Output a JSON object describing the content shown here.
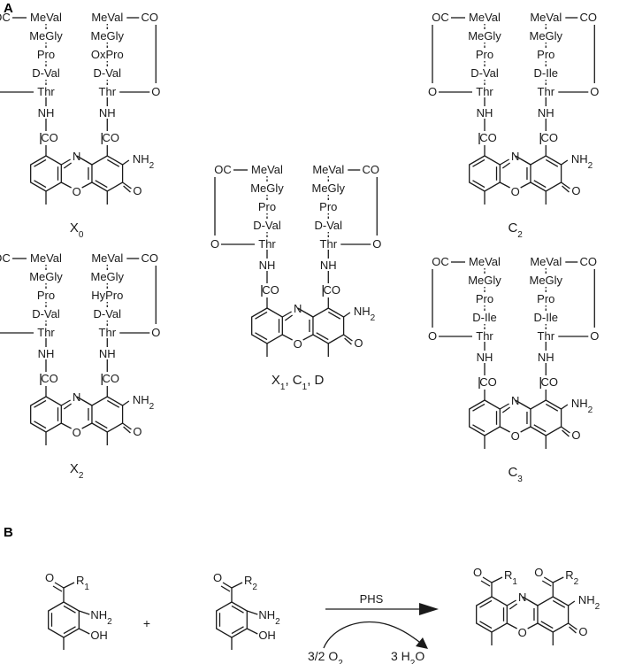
{
  "panels": {
    "a": "A",
    "b": "B"
  },
  "labels": {
    "oc": "OC",
    "co": "CO",
    "meval": "MeVal",
    "megly": "MeGly",
    "pro": "Pro",
    "oxpro": "OxPro",
    "hypro": "HyPro",
    "dval": "D-Val",
    "dile": "D-Ile",
    "thr": "Thr",
    "o": "O",
    "nh": "NH",
    "co_link": "CO",
    "n": "N",
    "nh2": "NH2",
    "nh2_main": "NH",
    "nh2_sub": "2"
  },
  "structures": [
    {
      "id": "x0",
      "caption_main": "X",
      "caption_sub": "0",
      "left_chain": [
        "MeVal",
        "MeGly",
        "Pro",
        "D-Val"
      ],
      "right_chain": [
        "MeVal",
        "MeGly",
        "OxPro",
        "D-Val"
      ]
    },
    {
      "id": "x2",
      "caption_main": "X",
      "caption_sub": "2",
      "left_chain": [
        "MeVal",
        "MeGly",
        "Pro",
        "D-Val"
      ],
      "right_chain": [
        "MeVal",
        "MeGly",
        "HyPro",
        "D-Val"
      ]
    },
    {
      "id": "x1",
      "caption": "X1, C1, D",
      "left_chain": [
        "MeVal",
        "MeGly",
        "Pro",
        "D-Val"
      ],
      "right_chain": [
        "MeVal",
        "MeGly",
        "Pro",
        "D-Val"
      ]
    },
    {
      "id": "c2",
      "caption_main": "C",
      "caption_sub": "2",
      "left_chain": [
        "MeVal",
        "MeGly",
        "Pro",
        "D-Val"
      ],
      "right_chain": [
        "MeVal",
        "MeGly",
        "Pro",
        "D-Ile"
      ]
    },
    {
      "id": "c3",
      "caption_main": "C",
      "caption_sub": "3",
      "left_chain": [
        "MeVal",
        "MeGly",
        "Pro",
        "D-Ile"
      ],
      "right_chain": [
        "MeVal",
        "MeGly",
        "Pro",
        "D-Ile"
      ]
    }
  ],
  "x1_caption": {
    "x": "X",
    "x_sub": "1",
    "c": "C",
    "c_sub": "1",
    "d": "D"
  },
  "reaction": {
    "r1": "R",
    "r1_sub": "1",
    "r2": "R",
    "r2_sub": "2",
    "oh": "OH",
    "plus": "+",
    "enzyme": "PHS",
    "o2_coef": "3/2 O",
    "o2_sub": "2",
    "h2o_coef": "3 H",
    "h2o_sub": "2",
    "h2o_tail": "O"
  }
}
